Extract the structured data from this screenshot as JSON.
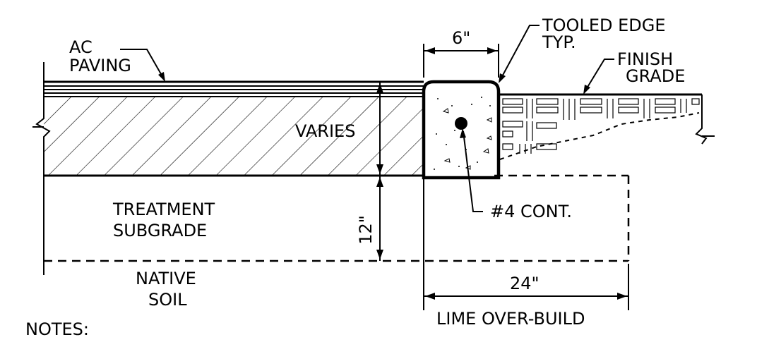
{
  "labels": {
    "ac_paving_1": "AC",
    "ac_paving_2": "PAVING",
    "varies": "VARIES",
    "treatment_1": "TREATMENT",
    "treatment_2": "SUBGRADE",
    "twelve_in": "12\"",
    "native_1": "NATIVE",
    "native_2": "SOIL",
    "six_in": "6\"",
    "tooled_1": "TOOLED EDGE",
    "tooled_2": "TYP.",
    "finish_1": "FINISH",
    "finish_2": "GRADE",
    "rebar": "#4 CONT.",
    "twentyfour_in": "24\"",
    "lime": "LIME OVER-BUILD",
    "notes": "NOTES:"
  }
}
